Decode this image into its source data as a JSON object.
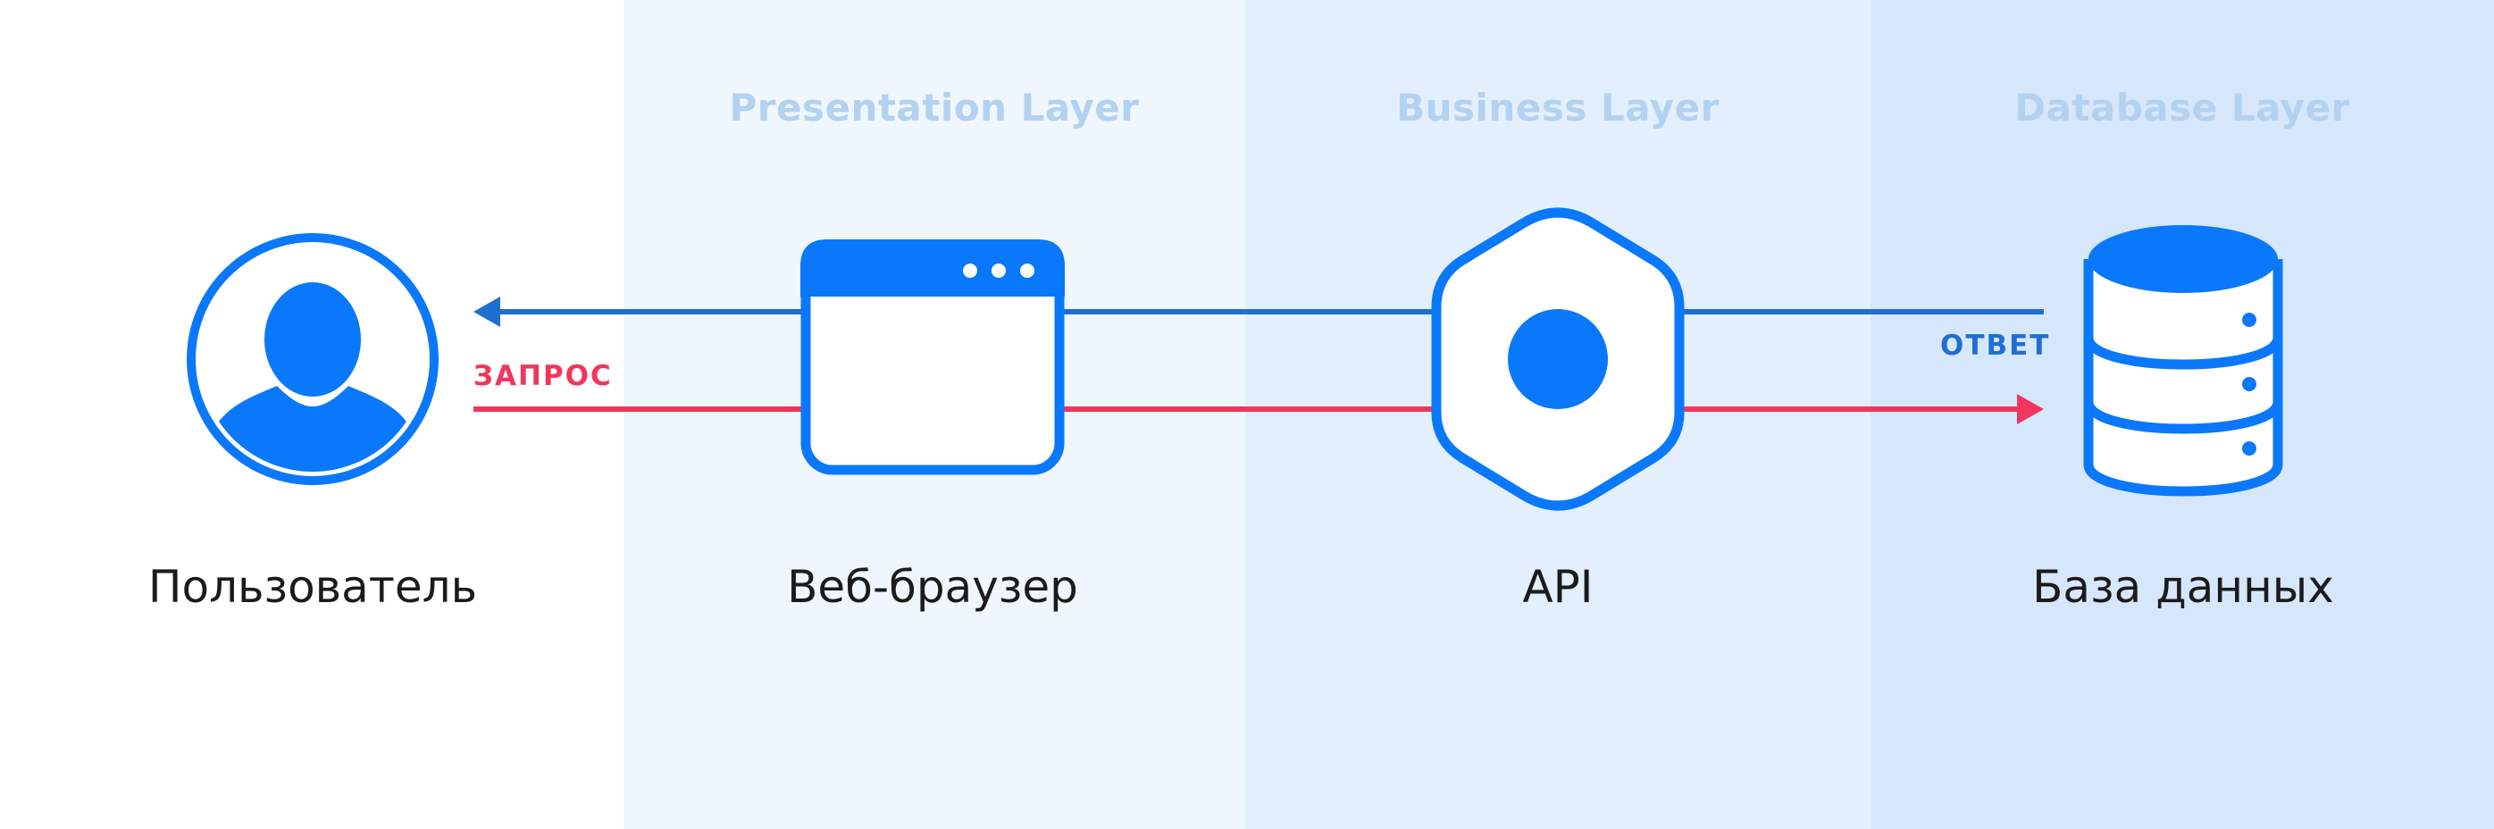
{
  "layers": [
    {
      "id": "presentation",
      "title": "Presentation Layer"
    },
    {
      "id": "business",
      "title": "Business Layer"
    },
    {
      "id": "database",
      "title": "Database Layer"
    }
  ],
  "nodes": {
    "user": {
      "label": "Пользователь",
      "icon": "user-avatar-icon"
    },
    "browser": {
      "label": "Веб-браузер",
      "icon": "browser-window-icon"
    },
    "api": {
      "label": "API",
      "icon": "hexagon-api-icon"
    },
    "database": {
      "label": "База данных",
      "icon": "database-icon"
    }
  },
  "arrows": {
    "request": {
      "label": "ЗАПРОС",
      "color": "#f0365c"
    },
    "response": {
      "label": "ОТВЕТ",
      "color": "#1f6fd1"
    }
  },
  "colors": {
    "icon_blue": "#0a78fb",
    "band_1": "#eff6fe",
    "band_2": "#e3effd",
    "band_3": "#d6e7fc",
    "layer_title": "#b3d1f1"
  }
}
